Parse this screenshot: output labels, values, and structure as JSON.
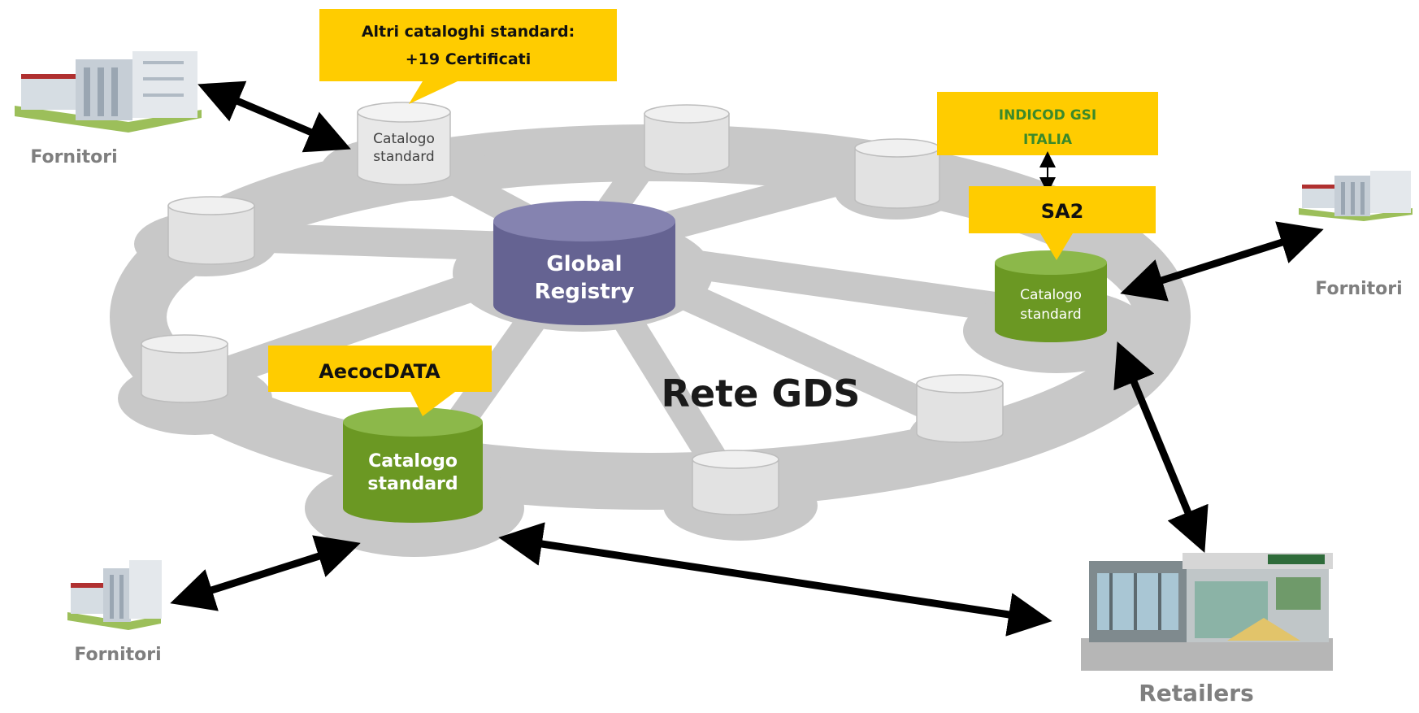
{
  "network_label": "Rete GDS",
  "global_registry": {
    "line1": "Global",
    "line2": "Registry"
  },
  "catalog": {
    "line1": "Catalogo",
    "line2": "standard"
  },
  "callouts": {
    "altri_line1": "Altri cataloghi standard:",
    "altri_line2": "+19 Certificati",
    "indicod_line1": "INDICOD GSI",
    "indicod_line2": "ITALIA",
    "sa2": "SA2",
    "aecoc": "AecocDATA"
  },
  "parties": {
    "fornitori": "Fornitori",
    "retailers": "Retailers"
  },
  "colors": {
    "ring": "#c8c8c8",
    "node_gray": "#e2e2e2",
    "registry": "#656392",
    "catalog_green": "#6b9823",
    "callout": "#ffcc00",
    "indicod_text": "#3b8a2a",
    "label_gray": "#7f7f7f"
  }
}
